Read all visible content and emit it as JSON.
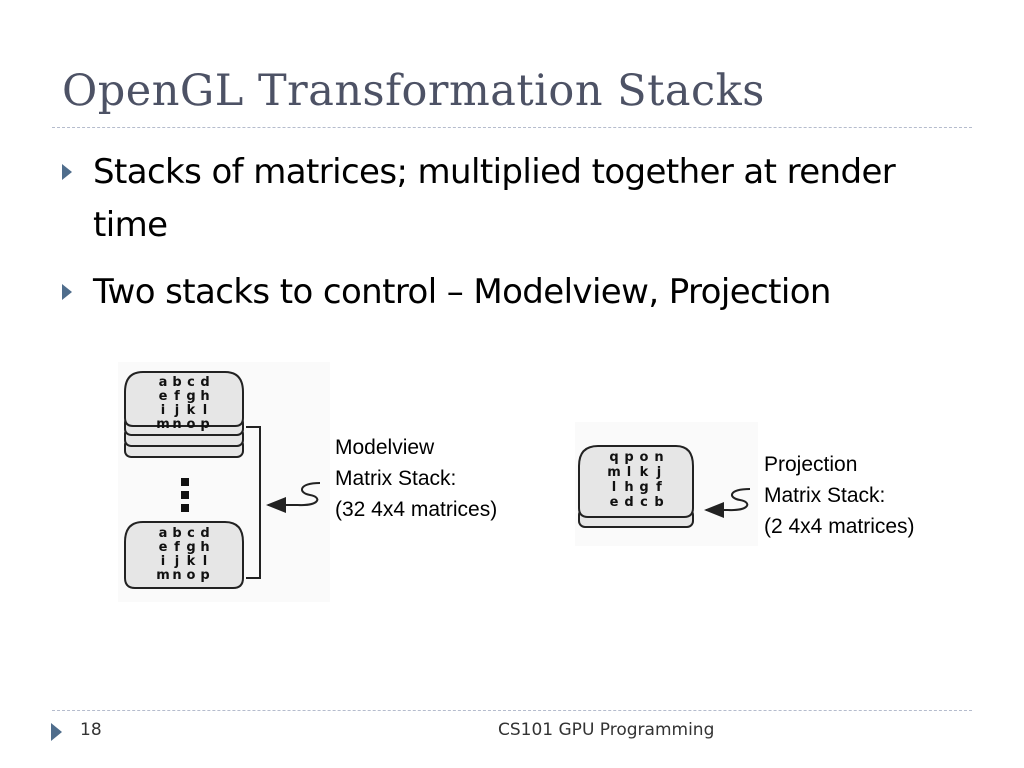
{
  "slide": {
    "title": "OpenGL Transformation Stacks",
    "bullets": [
      "Stacks of matrices; multiplied together at render time",
      "Two stacks to control – Modelview, Projection"
    ]
  },
  "diagram": {
    "modelview": {
      "caption_lines": [
        "Modelview",
        "Matrix Stack:",
        "(32 4x4 matrices)"
      ],
      "matrix_letters": [
        [
          "a",
          "b",
          "c",
          "d"
        ],
        [
          "e",
          "f",
          "g",
          "h"
        ],
        [
          "i",
          "j",
          "k",
          "l"
        ],
        [
          "m",
          "n",
          "o",
          "p"
        ]
      ],
      "ellipsis_icon": "vertical-dots-icon"
    },
    "projection": {
      "caption_lines": [
        "Projection",
        "Matrix Stack:",
        "(2 4x4 matrices)"
      ],
      "matrix_letters": [
        [
          "q",
          "p",
          "o",
          "n"
        ],
        [
          "m",
          "l",
          "k",
          "j"
        ],
        [
          "l",
          "h",
          "g",
          "f"
        ],
        [
          "e",
          "d",
          "c",
          "b"
        ]
      ]
    },
    "colors": {
      "tile_fill": "#e6e6e6",
      "tile_stroke": "#222222"
    }
  },
  "footer": {
    "page_number": "18",
    "course": "CS101 GPU Programming",
    "colors": {
      "accent": "#4f6d8c"
    }
  }
}
